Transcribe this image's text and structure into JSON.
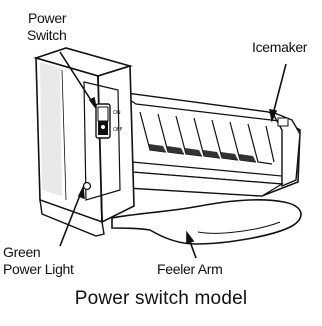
{
  "labels": {
    "power_switch_line1": "Power",
    "power_switch_line2": "Switch",
    "icemaker": "Icemaker",
    "green_light_line1": "Green",
    "green_light_line2": "Power Light",
    "feeler_arm": "Feeler Arm"
  },
  "switch": {
    "on_label": "ON",
    "off_label": "OFF"
  },
  "caption": "Power switch model",
  "colors": {
    "ink": "#111111",
    "paper": "#ffffff",
    "hatch": "#9a9a9a"
  }
}
